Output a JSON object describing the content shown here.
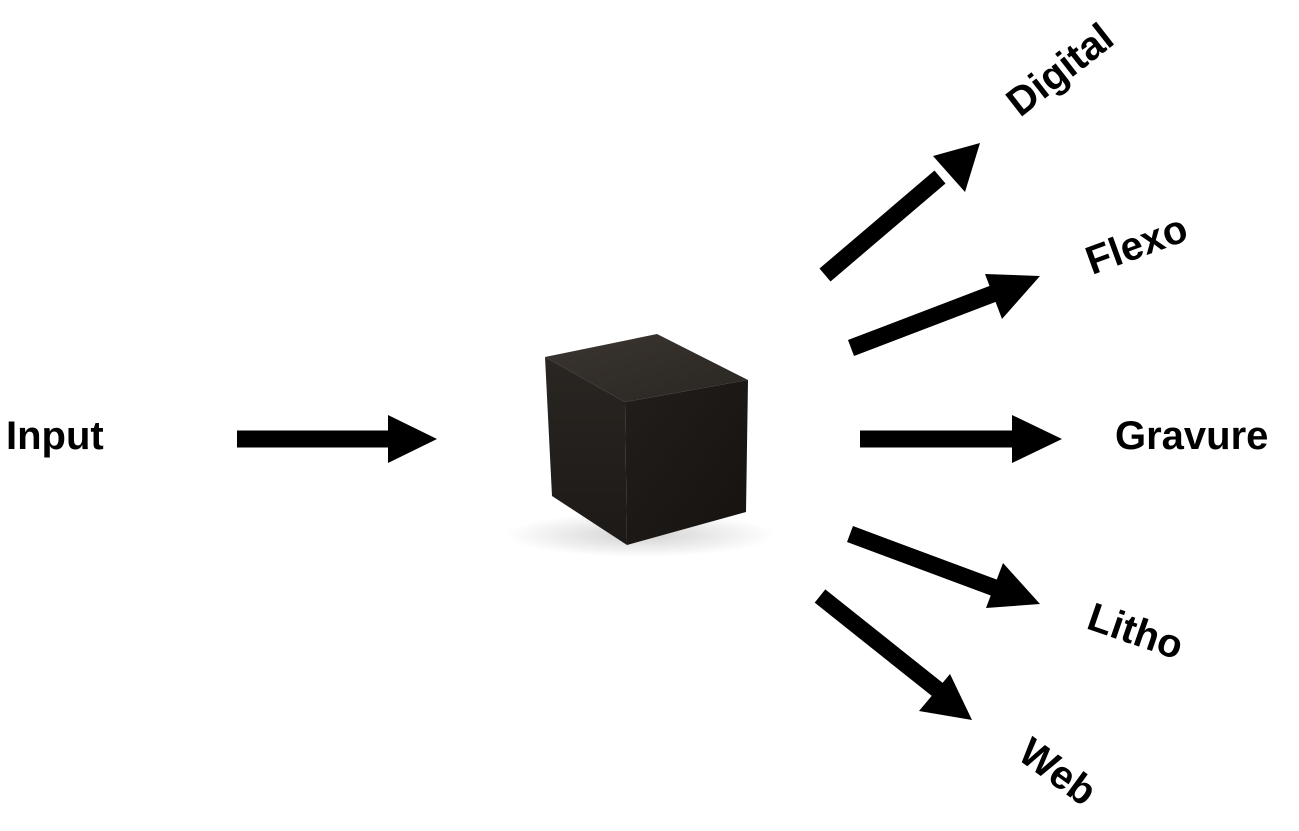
{
  "diagram": {
    "input_label": "Input",
    "outputs": {
      "digital": "Digital",
      "flexo": "Flexo",
      "gravure": "Gravure",
      "litho": "Litho",
      "web": "Web"
    }
  },
  "colors": {
    "arrow": "#000000",
    "cube_front": "#231f1c",
    "cube_side": "#1a1715",
    "cube_top": "#2e2a27",
    "text": "#000000"
  }
}
